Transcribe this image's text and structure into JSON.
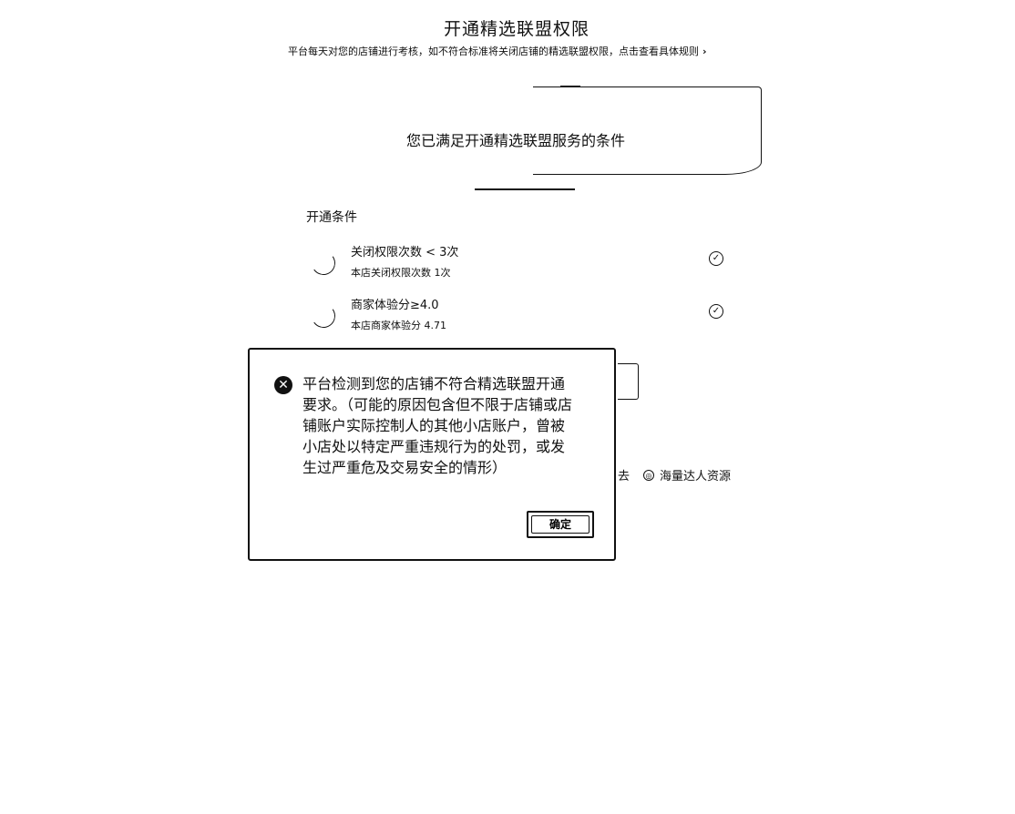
{
  "page": {
    "title": "开通精选联盟权限",
    "subtitle": "平台每天对您的店铺进行考核，如不符合标准将关闭店铺的精选联盟权限，点击查看具体规则",
    "subtitle_chevron": "›"
  },
  "banner": {
    "text": "您已满足开通精选联盟服务的条件"
  },
  "conditions": {
    "title": "开通条件",
    "items": [
      {
        "title": "关闭权限次数 < 3次",
        "detail": "本店关闭权限次数 1次",
        "status_icon": "check-circle-icon"
      },
      {
        "title": "商家体验分≥4.0",
        "detail": "本店商家体验分 4.71",
        "status_icon": "check-circle-icon"
      }
    ]
  },
  "background_links": {
    "partial_text": "去",
    "talent_resource": "海量达人资源"
  },
  "modal": {
    "icon": "error-circle-icon",
    "message": "平台检测到您的店铺不符合精选联盟开通要求。（可能的原因包含但不限于店铺或店铺账户实际控制人的其他小店账户，曾被小店处以特定严重违规行为的处罚，或发生过严重危及交易安全的情形）",
    "ok_label": "确定"
  }
}
